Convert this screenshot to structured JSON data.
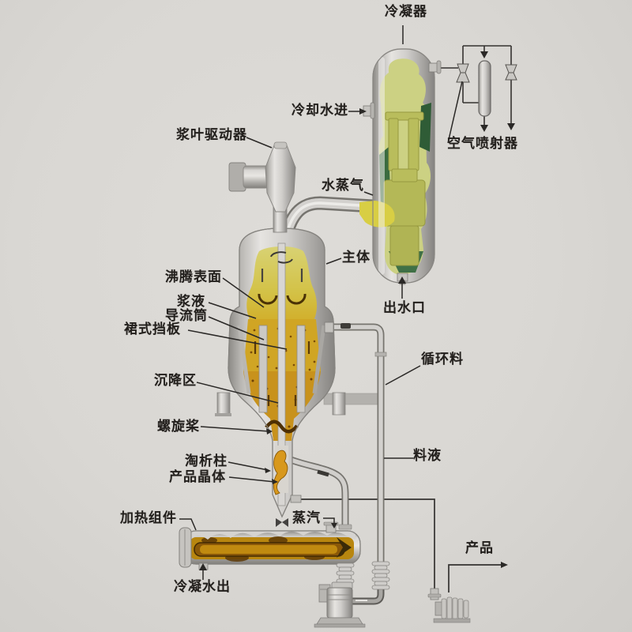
{
  "diagram": {
    "type": "process-equipment-cutaway",
    "subject": "draft-tube-baffle-crystallizer-evaporator-system",
    "labels": {
      "condenser": "冷凝器",
      "air_ejector": "空气喷射器",
      "cooling_water_in": "冷却水进",
      "paddle_driver": "浆叶驱动器",
      "water_vapor": "水蒸气",
      "main_body": "主体",
      "boiling_surface": "沸腾表面",
      "slurry": "浆液",
      "draft_tube": "导流筒",
      "skirt_baffle": "裙式挡板",
      "settling_zone": "沉降区",
      "propeller": "螺旋桨",
      "elutriation_column": "淘析柱",
      "product_crystals": "产品晶体",
      "heating_assembly": "加热组件",
      "steam": "蒸汽",
      "condensate_out": "冷凝水出",
      "water_outlet": "出水口",
      "circulating_feed": "循环料",
      "feed_liquid": "料液",
      "product": "产品"
    },
    "colors": {
      "background": "#d9d7d3",
      "metal_light": "#e3e1de",
      "metal_dark": "#85837f",
      "line": "#2a2826",
      "slurry_yellow_top": "#d5cd60",
      "slurry_orange": "#c8921c",
      "condenser_green": "#ccd183",
      "condenser_dark_green": "#3a6b3f",
      "heater_amber": "#b8860f",
      "tube_dark": "#8a5808"
    }
  }
}
